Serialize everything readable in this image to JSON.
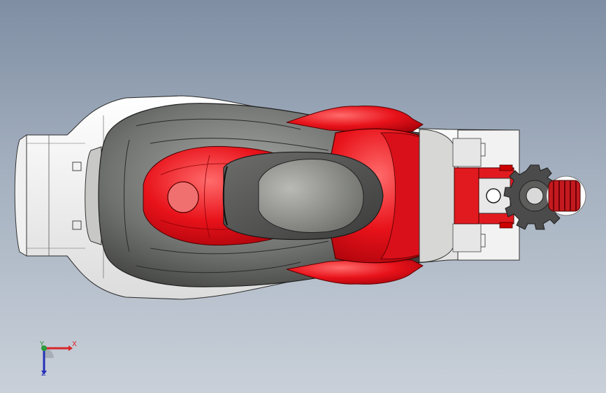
{
  "viewport": {
    "title": "",
    "model_name": "scooter-assembly-top-view"
  },
  "triad": {
    "x_label": "X",
    "y_label": "Y",
    "z_label": "Z"
  },
  "colors": {
    "background_top": "#7f8ea3",
    "background_bottom": "#c9d0d9",
    "body_red": "#e8121a",
    "shell_gray": "#6f716e",
    "frame_white": "#f4f4f4",
    "axis_x": "#d8262a",
    "axis_y": "#2a9a3a",
    "axis_z": "#2630b8"
  },
  "icons": [
    "coordinate-triad-icon",
    "sprocket-gear-icon",
    "spring-coil-icon"
  ]
}
